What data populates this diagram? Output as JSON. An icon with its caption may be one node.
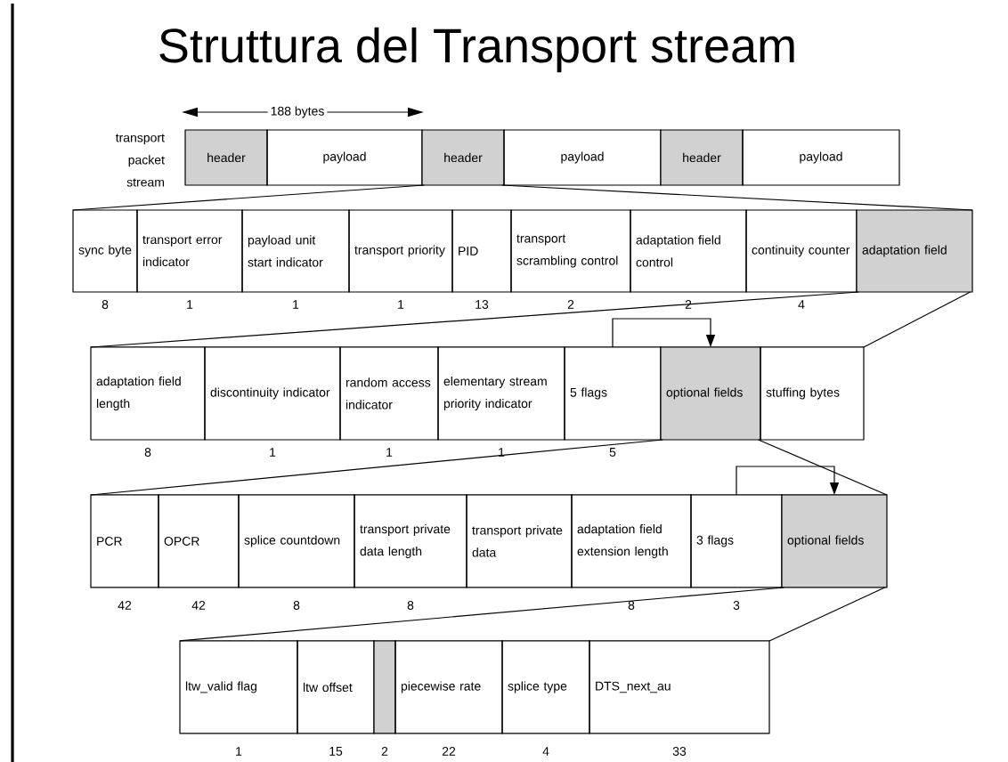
{
  "diagram": {
    "title": "Struttura del Transport stream",
    "nodes": [
      {
        "text": [
          "header"
        ]
      },
      {
        "text": [
          "payload"
        ]
      },
      {
        "text": [
          "header"
        ]
      },
      {
        "text": [
          "payload"
        ]
      },
      {
        "text": [
          "header"
        ]
      },
      {
        "text": [
          "payload"
        ]
      },
      {
        "text": [
          "sync byte"
        ],
        "beside": [
          "8"
        ]
      },
      {
        "text": [
          "transport error indicator"
        ],
        "beside": [
          "1"
        ]
      },
      {
        "text": [
          "payload unit start indicator"
        ],
        "beside": [
          "1"
        ]
      },
      {
        "text": [
          "transport priority"
        ],
        "beside": [
          "1"
        ]
      },
      {
        "text": [
          "PID"
        ],
        "beside": [
          "13"
        ]
      },
      {
        "text": [
          "transport scrambling control"
        ],
        "beside": [
          "2"
        ]
      },
      {
        "text": [
          "adaptation field control"
        ],
        "beside": [
          "2"
        ]
      },
      {
        "text": [
          "continuity counter"
        ],
        "beside": [
          "4"
        ]
      },
      {
        "text": [
          "adaptation field"
        ]
      },
      {
        "text": [
          "adaptation field length"
        ],
        "beside": [
          "8"
        ]
      },
      {
        "text": [
          "discontinuity indicator"
        ],
        "beside": [
          "1"
        ]
      },
      {
        "text": [
          "random access indicator"
        ],
        "beside": [
          "1"
        ]
      },
      {
        "text": [
          "elementary stream priority indicator"
        ],
        "beside": [
          "1"
        ]
      },
      {
        "text": [
          "5 flags"
        ],
        "beside": [
          "5"
        ]
      },
      {
        "text": [
          "optional fields"
        ]
      },
      {
        "text": [
          "stuffing bytes"
        ]
      },
      {
        "text": [
          "PCR"
        ],
        "beside": [
          "42"
        ]
      },
      {
        "text": [
          "OPCR"
        ],
        "beside": [
          "42"
        ]
      },
      {
        "text": [
          "splice countdown"
        ],
        "beside": [
          "8"
        ]
      },
      {
        "text": [
          "transport private data length"
        ],
        "beside": [
          "8"
        ]
      },
      {
        "text": [
          "transport private data"
        ]
      },
      {
        "text": [
          "adaptation field extension length"
        ],
        "beside": [
          "8"
        ]
      },
      {
        "text": [
          "3 flags"
        ],
        "beside": [
          "3"
        ]
      },
      {
        "text": [
          "optional fields"
        ]
      },
      {
        "text": [
          "ltw_valid flag"
        ],
        "beside": [
          "1"
        ]
      },
      {
        "text": [
          "ltw offset"
        ],
        "beside": [
          "15"
        ]
      },
      {
        "text": [],
        "shape": "box",
        "beside": [
          "2"
        ]
      },
      {
        "text": [
          "piecewise rate"
        ],
        "beside": [
          "22"
        ]
      },
      {
        "text": [
          "splice type"
        ],
        "beside": [
          "4"
        ]
      },
      {
        "text": [
          "DTS_next_au"
        ],
        "beside": [
          "33"
        ]
      }
    ],
    "edges": [
      {
        "from": 2,
        "to": 6,
        "arrow": "none"
      },
      {
        "from": 2,
        "to": 14,
        "arrow": "none"
      },
      {
        "from": 14,
        "to": 15,
        "arrow": "none"
      },
      {
        "from": 14,
        "to": 21,
        "arrow": "none"
      },
      {
        "from": 19,
        "to": 20,
        "arrow": "to"
      },
      {
        "from": 20,
        "to": 22,
        "arrow": "none"
      },
      {
        "from": 20,
        "to": 29,
        "arrow": "none"
      },
      {
        "from": 28,
        "to": 29,
        "arrow": "to"
      },
      {
        "from": 29,
        "to": 30,
        "arrow": "none"
      },
      {
        "from": 29,
        "to": 35,
        "arrow": "none"
      }
    ],
    "labels": [
      "188 bytes",
      "transport packet stream"
    ]
  }
}
